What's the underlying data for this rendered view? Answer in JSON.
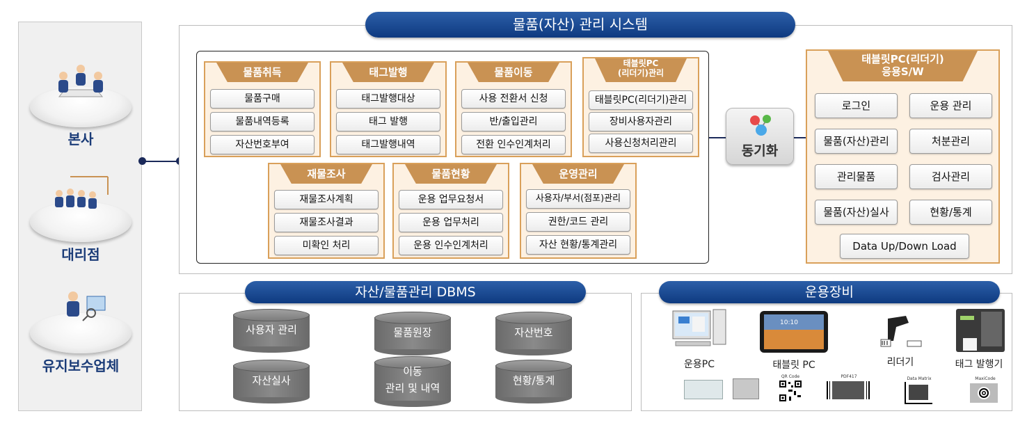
{
  "title": "물품(자산) 관리 시스템",
  "sites": [
    {
      "label": "본사",
      "icon": "meeting-people-icon"
    },
    {
      "label": "대리점",
      "icon": "presentation-people-icon"
    },
    {
      "label": "유지보수업체",
      "icon": "support-person-icon"
    }
  ],
  "modules": [
    {
      "title": "물품취득",
      "items": [
        "물품구매",
        "물품내역등록",
        "자산번호부여"
      ]
    },
    {
      "title": "태그발행",
      "items": [
        "태그발행대상",
        "태그 발행",
        "태그발행내역"
      ]
    },
    {
      "title": "물품이동",
      "items": [
        "사용 전환서 신청",
        "반/출입관리",
        "전환 인수인계처리"
      ]
    },
    {
      "title": "태블릿PC\n(리더기)관리",
      "items": [
        "태블릿PC(리더기)관리",
        "장비사용자관리",
        "사용신청처리관리"
      ]
    },
    {
      "title": "재물조사",
      "items": [
        "재물조사계획",
        "재물조사결과",
        "미확인 처리"
      ]
    },
    {
      "title": "물품현황",
      "items": [
        "운용 업무요청서",
        "운용 업무처리",
        "운용 인수인계처리"
      ]
    },
    {
      "title": "운영관리",
      "items": [
        "사용자/부서(점포)관리",
        "권한/코드 관리",
        "자산 현황/통계관리"
      ]
    }
  ],
  "sync": {
    "label": "동기화",
    "icon": "sync-molecule-icon"
  },
  "tablet_sw": {
    "title_line1": "태블릿PC(리더기)",
    "title_line2": "응용S/W",
    "buttons": [
      "로그인",
      "운용 관리",
      "물품(자산)관리",
      "처분관리",
      "관리물품",
      "검사관리",
      "물품(자산)실사",
      "현황/통계"
    ],
    "wide_button": "Data Up/Down Load"
  },
  "dbms": {
    "title": "자산/물품관리 DBMS",
    "items": [
      "사용자 관리",
      "물품원장",
      "자산번호",
      "자산실사",
      "이동\n관리 및 내역",
      "현황/통계"
    ]
  },
  "equipment": {
    "title": "운용장비",
    "devices": [
      {
        "label": "운용PC",
        "icon": "desktop-pc-icon"
      },
      {
        "label": "태블릿 PC",
        "icon": "tablet-icon",
        "screen_time": "10:10"
      },
      {
        "label": "리더기",
        "icon": "barcode-scanner-icon"
      },
      {
        "label": "태그 발행기",
        "icon": "label-printer-icon"
      }
    ],
    "codes": [
      "QR Code",
      "PDF417",
      "Data Matrix",
      "MaxiCode"
    ]
  },
  "colors": {
    "accent": "#0e3a80",
    "module_border": "#d9a05a",
    "module_fill": "#fdf1e2",
    "module_head": "#c99253"
  }
}
